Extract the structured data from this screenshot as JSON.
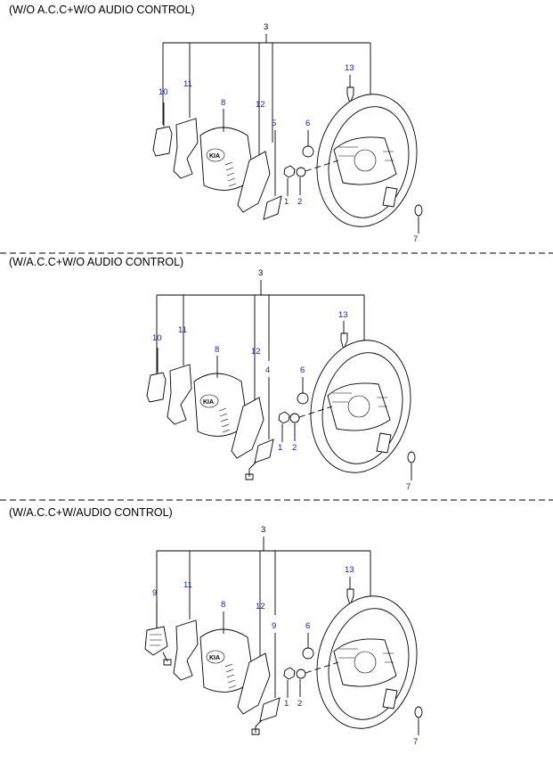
{
  "sections": [
    {
      "heading": "(W/O A.C.C+W/O AUDIO CONTROL)",
      "callouts": {
        "assy": "3",
        "cover_left": "10",
        "garnish_left": "11",
        "airbag": "8",
        "garnish_right": "12",
        "switch_right": "5",
        "screw_cap": "6",
        "bolt": "13",
        "nut1": "1",
        "nut2": "2",
        "cap": "7"
      }
    },
    {
      "heading": "(W/A.C.C+W/O AUDIO CONTROL)",
      "callouts": {
        "assy": "3",
        "cover_left": "10",
        "garnish_left": "11",
        "airbag": "8",
        "garnish_right": "12",
        "switch_right": "4",
        "screw_cap": "6",
        "bolt": "13",
        "nut1": "1",
        "nut2": "2",
        "cap": "7"
      }
    },
    {
      "heading": "(W/A.C.C+W/AUDIO CONTROL)",
      "callouts": {
        "assy": "3",
        "cover_left": "9",
        "garnish_left": "11",
        "airbag": "8",
        "garnish_right": "12",
        "switch_right": "9",
        "screw_cap": "6",
        "bolt": "13",
        "nut1": "1",
        "nut2": "2",
        "cap": "7"
      }
    }
  ],
  "logo_text": "KIA",
  "colors": {
    "callout_blue": "#1a1aa8",
    "line": "#000000",
    "background": "#ffffff"
  }
}
